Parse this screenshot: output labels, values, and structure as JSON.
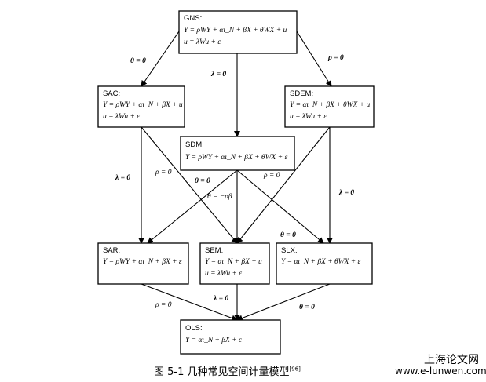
{
  "nodes": {
    "gns": {
      "name": "GNS:",
      "eq1": "Y = ρWY + αι_N + βX + θWX + u",
      "eq2": "u = λWu + ε"
    },
    "sac": {
      "name": "SAC:",
      "eq1": "Y = ρWY + αι_N + βX + u",
      "eq2": "u = λWu + ε"
    },
    "sdem": {
      "name": "SDEM:",
      "eq1": "Y = αι_N + βX + θWX + u",
      "eq2": "u = λWu + ε"
    },
    "sdm": {
      "name": "SDM:",
      "eq1": "Y = ρWY + αι_N + βX + θWX + ε"
    },
    "sar": {
      "name": "SAR:",
      "eq1": "Y = ρWY + αι_N + βX + ε"
    },
    "sem": {
      "name": "SEM:",
      "eq1": "Y = αι_N + βX + u",
      "eq2": "u = λWu + ε"
    },
    "slx": {
      "name": "SLX:",
      "eq1": "Y = αι_N + βX + θWX + ε"
    },
    "ols": {
      "name": "OLS:",
      "eq1": "Y = αι_N + βX + ε"
    }
  },
  "edge_labels": {
    "gns_sac": "θ = 0",
    "gns_sdm": "λ = 0",
    "gns_sdem": "ρ = 0",
    "sac_sar": "λ = 0",
    "sac_sem": "ρ = 0",
    "sdm_slx": "ρ = 0",
    "sdm_sar": "θ = 0",
    "sdm_sem": "θ = −ρβ",
    "sdem_sem": "θ = 0",
    "sdem_slx": "λ = 0",
    "sar_ols": "ρ = 0",
    "sem_ols": "λ = 0",
    "slx_ols": "θ = 0"
  },
  "caption": {
    "text": "图 5-1  几种常见空间计量模型",
    "ref": "[96]"
  },
  "watermark": {
    "cn": "上海论文网",
    "en": "www.e-lunwen.com"
  }
}
